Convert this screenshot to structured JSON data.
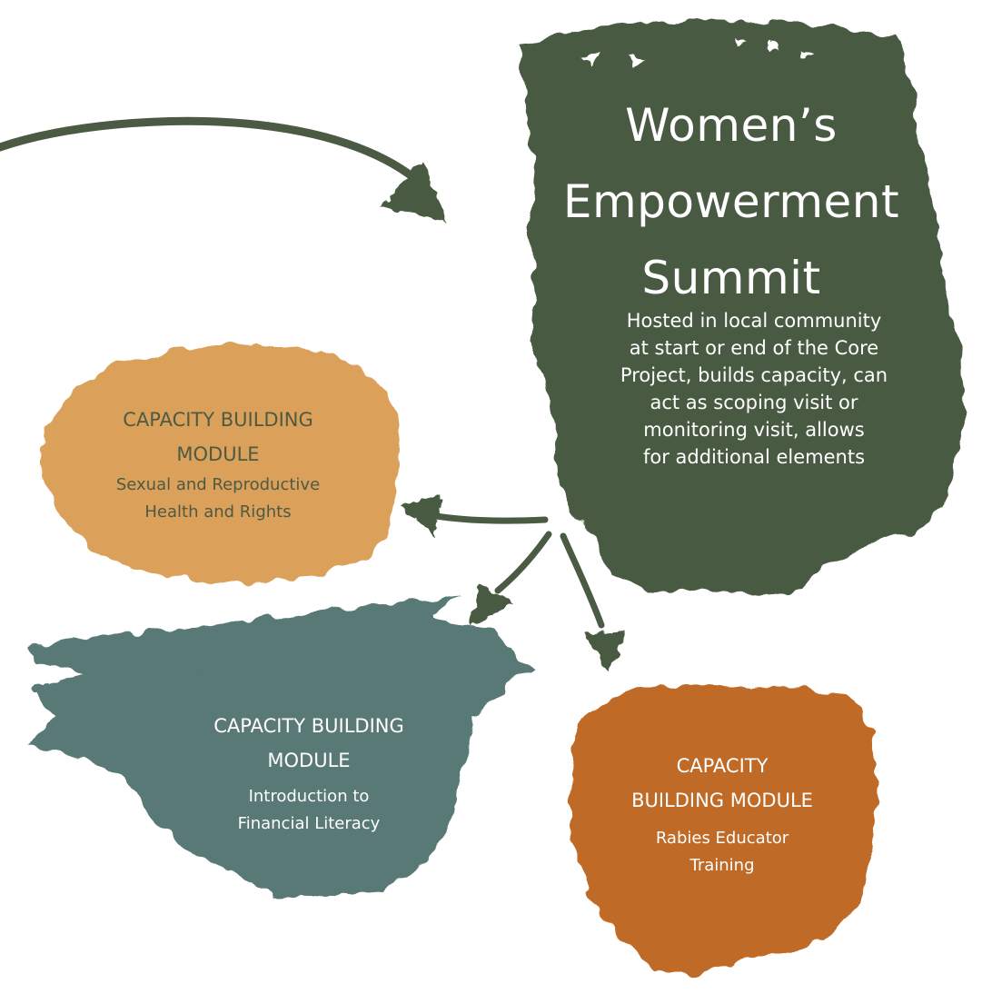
{
  "summit": {
    "title_lines": [
      "Women’s",
      "Empowerment",
      "Summit"
    ],
    "description_lines": [
      "Hosted in local community",
      "at start or end of the Core",
      "Project, builds capacity, can",
      "act as scoping visit or",
      "monitoring visit, allows",
      "for additional elements"
    ]
  },
  "modules": [
    {
      "heading_lines": [
        "CAPACITY BUILDING",
        "MODULE"
      ],
      "subtitle_lines": [
        "Sexual and Reproductive",
        "Health and Rights"
      ]
    },
    {
      "heading_lines": [
        "CAPACITY BUILDING",
        "MODULE"
      ],
      "subtitle_lines": [
        "Introduction to",
        "Financial Literacy"
      ]
    },
    {
      "heading_lines": [
        "CAPACITY",
        "BUILDING MODULE"
      ],
      "subtitle_lines": [
        "Rabies Educator",
        "Training"
      ]
    }
  ],
  "colors": {
    "summit_block": "#4a5a43",
    "module_sexual_health": "#dba05a",
    "module_financial": "#587976",
    "module_rabies": "#bf6b27",
    "arrows": "#4a5a43",
    "background": "#ffffff"
  }
}
